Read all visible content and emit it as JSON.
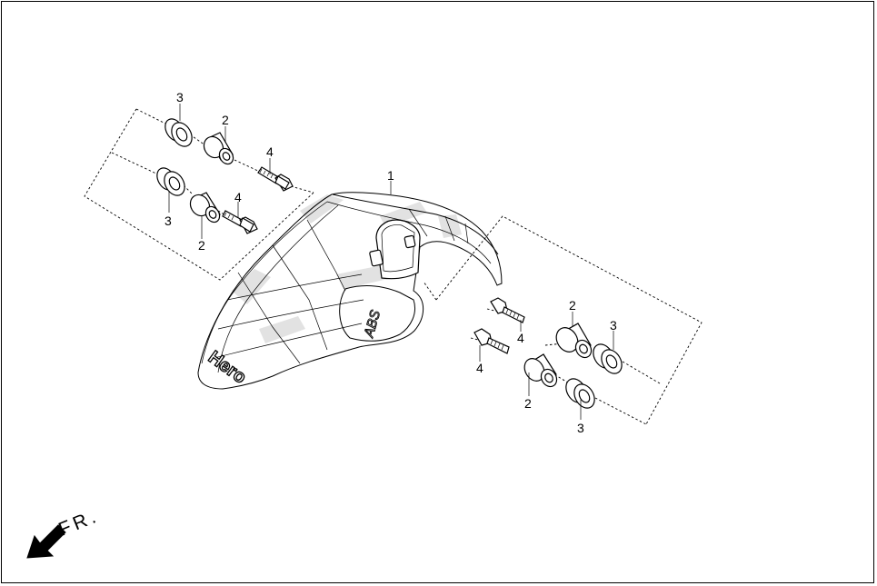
{
  "diagram": {
    "callouts": {
      "fender": "1",
      "collar": "2",
      "grommet": "3",
      "bolt": "4"
    },
    "fender_brand": "Hero",
    "fender_badge": "ABS",
    "direction_label": "FR.",
    "icons": {
      "direction": "arrow-down-left-icon"
    },
    "colors": {
      "line": "#000000",
      "shade": "#e2e2e2",
      "background": "#ffffff"
    }
  }
}
